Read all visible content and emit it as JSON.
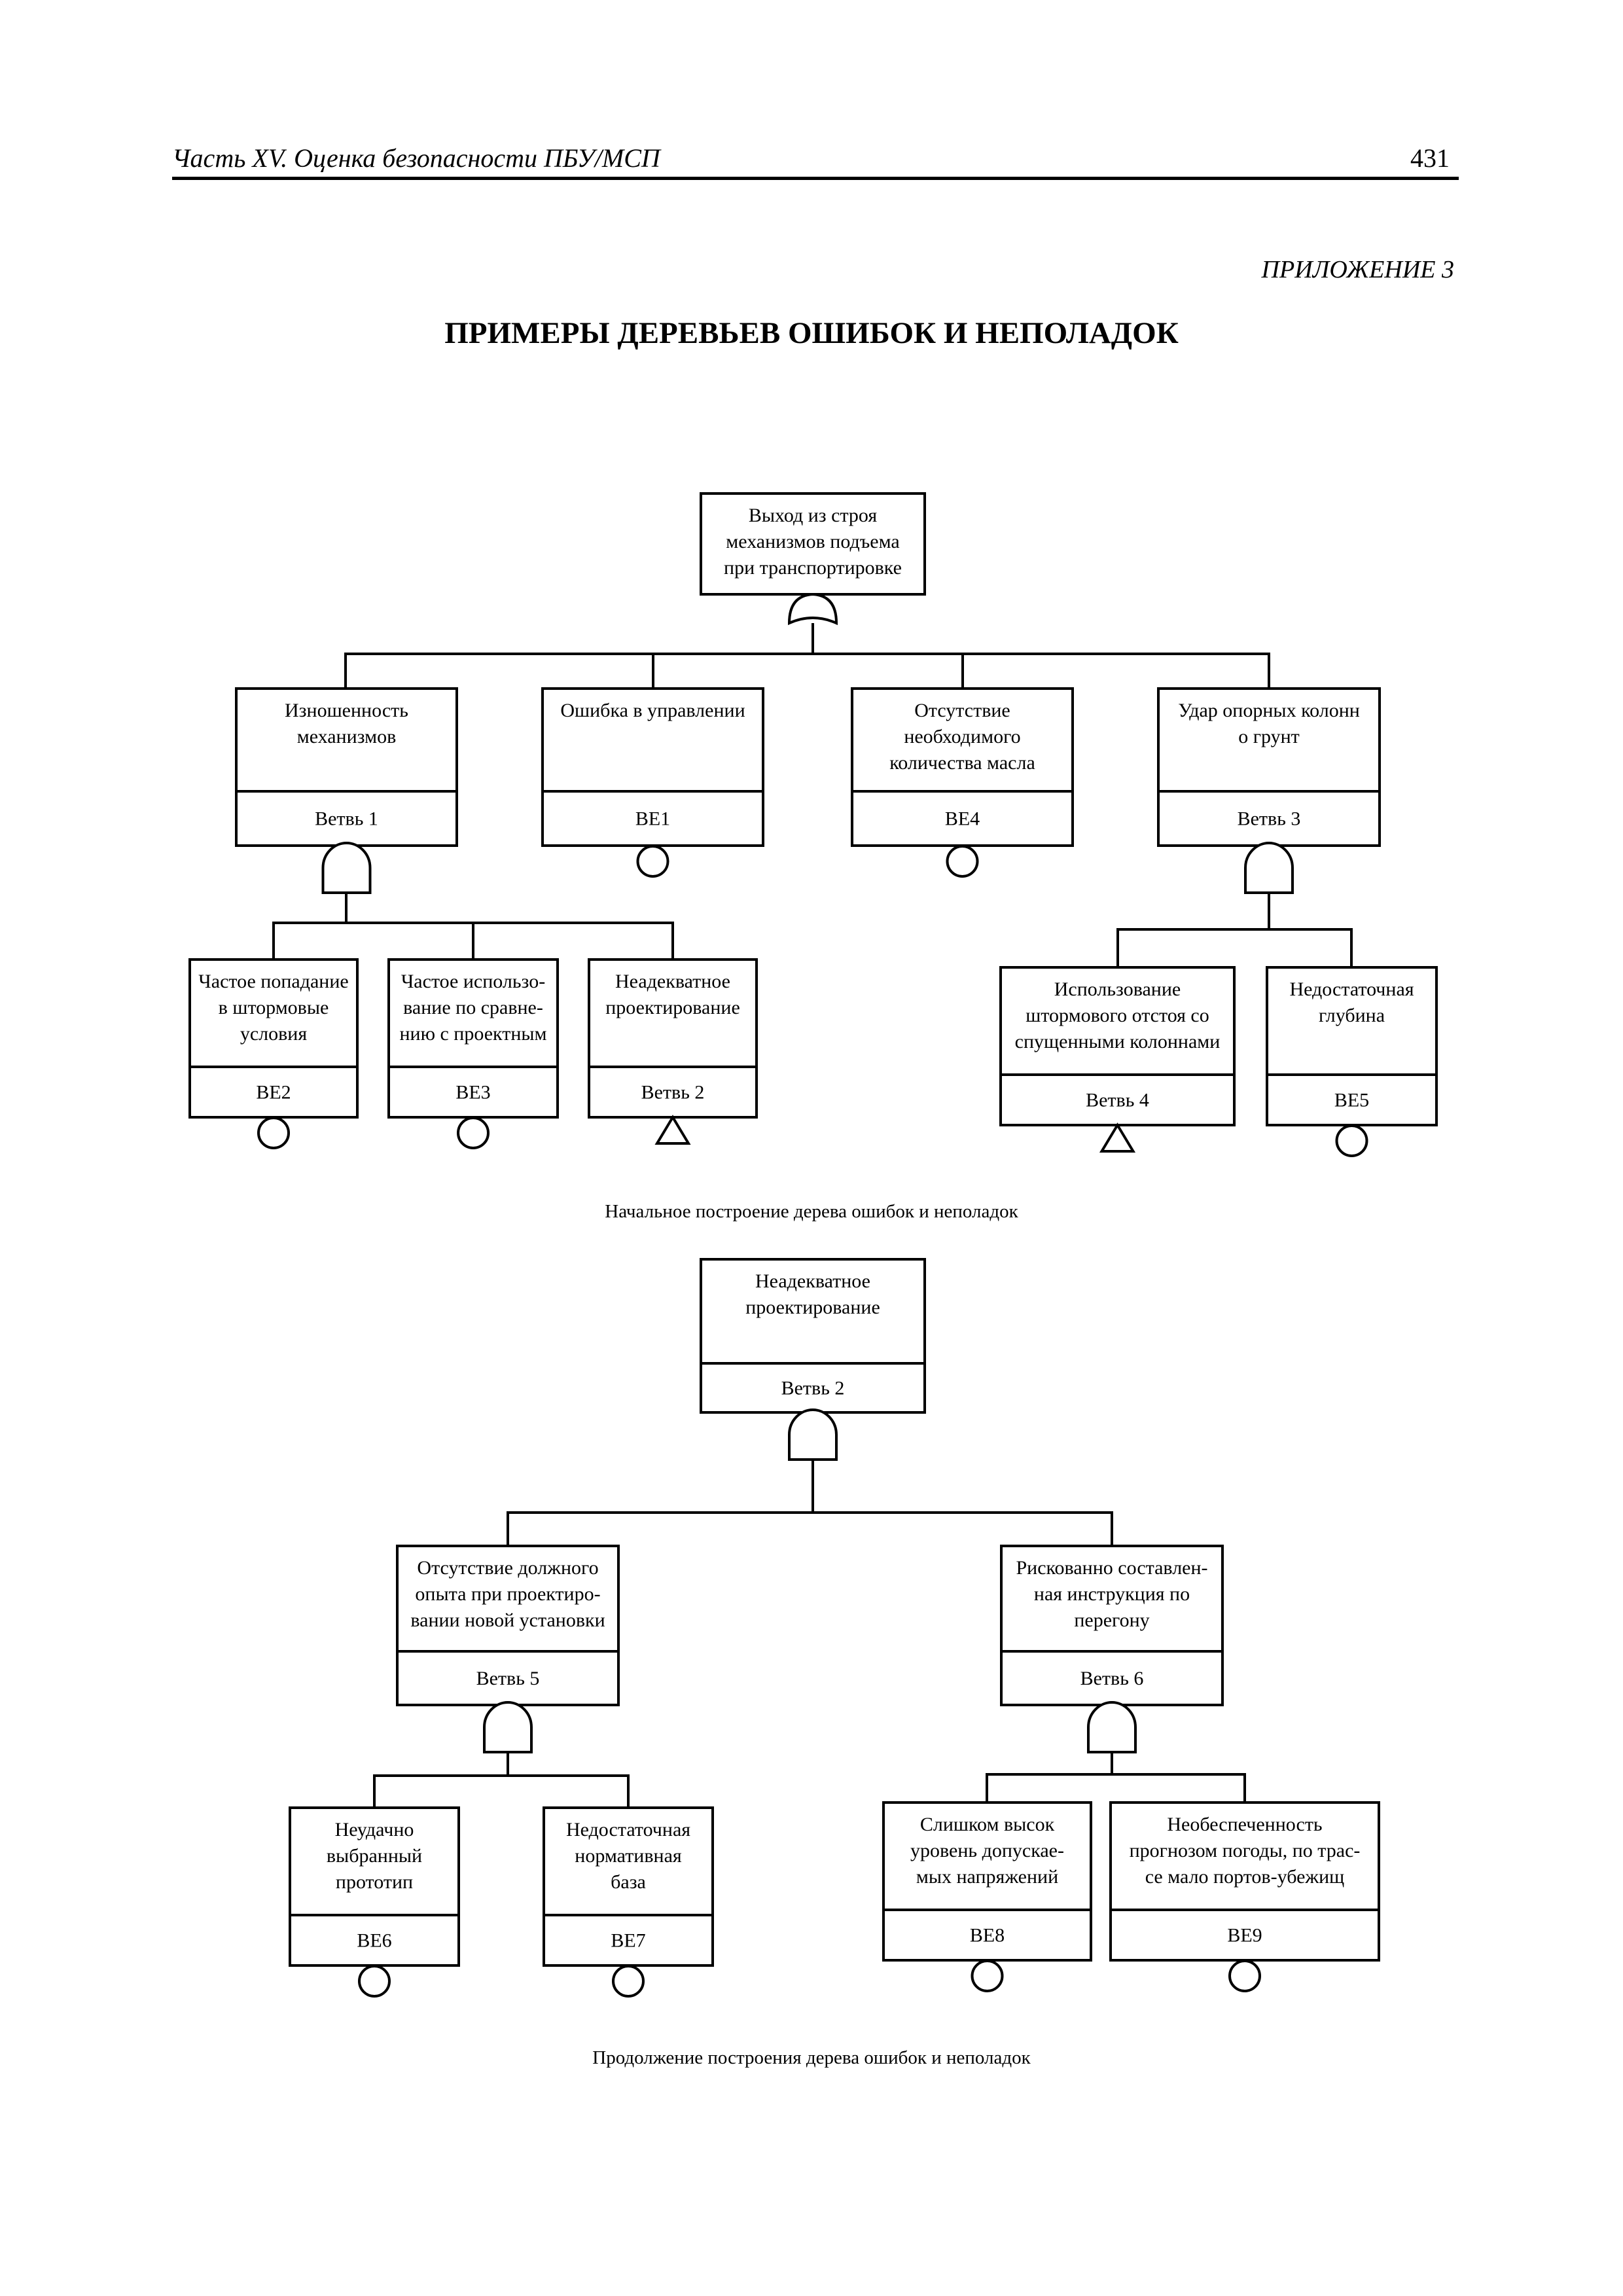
{
  "header": {
    "running_title": "Часть XV. Оценка безопасности ПБУ/МСП",
    "page_number": "431"
  },
  "appendix_label": "ПРИЛОЖЕНИЕ 3",
  "main_title": "ПРИМЕРЫ ДЕРЕВЬЕВ ОШИБОК И НЕПОЛАДОК",
  "tree1": {
    "caption": "Начальное построение дерева ошибок и неполадок",
    "top": {
      "lines": [
        "Выход из строя",
        "механизмов подъема",
        "при транспортировке"
      ]
    },
    "nodes": [
      {
        "id": "n1",
        "lines": [
          "Изношенность",
          "механизмов"
        ],
        "code": "Ветвь 1",
        "symbol": "and-gate"
      },
      {
        "id": "n2",
        "lines": [
          "Ошибка в управлении"
        ],
        "code": "BE1",
        "symbol": "basic-event"
      },
      {
        "id": "n3",
        "lines": [
          "Отсутствие",
          "необходимого",
          "количества масла"
        ],
        "code": "BE4",
        "symbol": "basic-event"
      },
      {
        "id": "n4",
        "lines": [
          "Удар опорных колонн",
          "о грунт"
        ],
        "code": "Ветвь 3",
        "symbol": "and-gate"
      },
      {
        "id": "n5",
        "lines": [
          "Частое попадание",
          "в штормовые",
          "условия"
        ],
        "code": "BE2",
        "symbol": "basic-event"
      },
      {
        "id": "n6",
        "lines": [
          "Частое использо-",
          "вание по сравне-",
          "нию с проектным"
        ],
        "code": "BE3",
        "symbol": "basic-event"
      },
      {
        "id": "n7",
        "lines": [
          "Неадекватное",
          "проектирование"
        ],
        "code": "Ветвь 2",
        "symbol": "transfer"
      },
      {
        "id": "n8",
        "lines": [
          "Использование",
          "штормового отстоя со",
          "спущенными колоннами"
        ],
        "code": "Ветвь 4",
        "symbol": "transfer"
      },
      {
        "id": "n9",
        "lines": [
          "Недостаточная",
          "глубина"
        ],
        "code": "BE5",
        "symbol": "basic-event"
      }
    ]
  },
  "tree2": {
    "caption": "Продолжение построения дерева ошибок и неполадок",
    "top": {
      "lines": [
        "Неадекватное",
        "проектирование"
      ],
      "code": "Ветвь 2"
    },
    "nodes": [
      {
        "id": "m1",
        "lines": [
          "Отсутствие должного",
          "опыта при проектиро-",
          "вании новой установки"
        ],
        "code": "Ветвь 5",
        "symbol": "and-gate"
      },
      {
        "id": "m2",
        "lines": [
          "Рискованно составлен-",
          "ная инструкция по",
          "перегону"
        ],
        "code": "Ветвь 6",
        "symbol": "and-gate"
      },
      {
        "id": "m3",
        "lines": [
          "Неудачно",
          "выбранный",
          "прототип"
        ],
        "code": "BE6",
        "symbol": "basic-event"
      },
      {
        "id": "m4",
        "lines": [
          "Недостаточная",
          "нормативная",
          "база"
        ],
        "code": "BE7",
        "symbol": "basic-event"
      },
      {
        "id": "m5",
        "lines": [
          "Слишком высок",
          "уровень допускае-",
          "мых напряжений"
        ],
        "code": "BE8",
        "symbol": "basic-event"
      },
      {
        "id": "m6",
        "lines": [
          "Необеспеченность",
          "прогнозом погоды, по трас-",
          "се мало портов-убежищ"
        ],
        "code": "BE9",
        "symbol": "basic-event"
      }
    ]
  }
}
